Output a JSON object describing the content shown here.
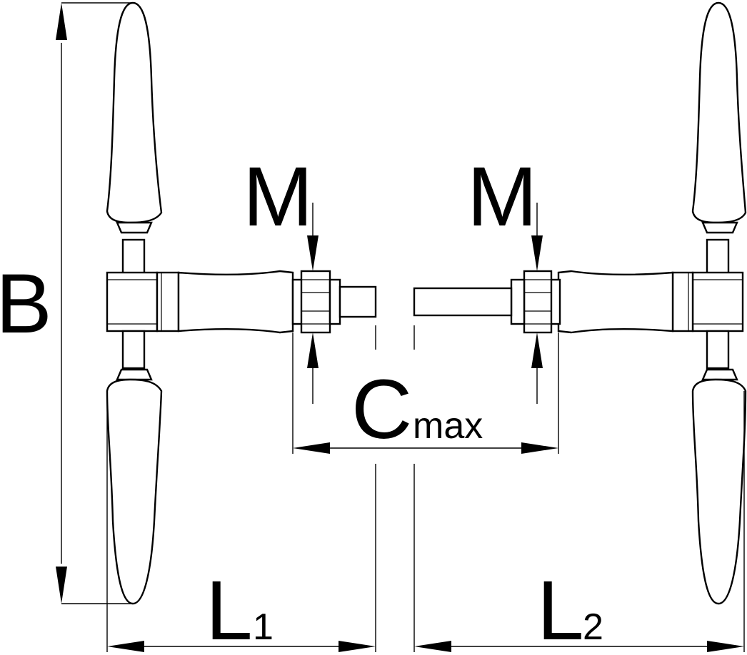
{
  "diagram": {
    "labels": {
      "height": "B",
      "thread_left": "M",
      "thread_right": "M",
      "clearance_main": "C",
      "clearance_sub": "max",
      "length_left_main": "L",
      "length_left_sub": "1",
      "length_right_main": "L",
      "length_right_sub": "2"
    },
    "components": [
      "left-t-handle-tool",
      "right-t-handle-tool"
    ]
  }
}
